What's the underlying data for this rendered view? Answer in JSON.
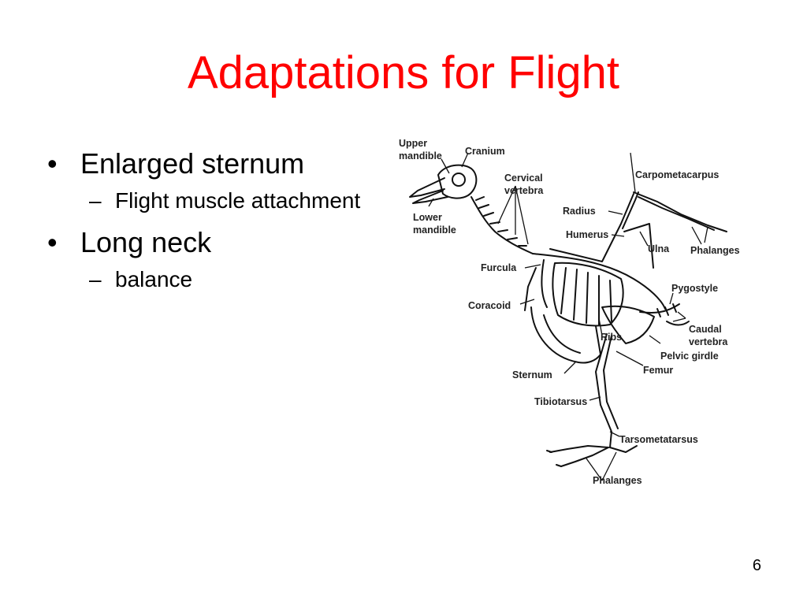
{
  "slide": {
    "title": "Adaptations for Flight",
    "number": "6"
  },
  "bullets": [
    {
      "text": "Enlarged sternum",
      "sub": [
        "Flight muscle attachment"
      ]
    },
    {
      "text": "Long neck",
      "sub": [
        "balance"
      ]
    }
  ],
  "figure": {
    "labels": {
      "upper_mandible_1": "Upper",
      "upper_mandible_2": "mandible",
      "cranium": "Cranium",
      "cervical_1": "Cervical",
      "cervical_2": "vertebra",
      "lower_mandible_1": "Lower",
      "lower_mandible_2": "mandible",
      "carpometacarpus": "Carpometacarpus",
      "radius": "Radius",
      "humerus": "Humerus",
      "ulna": "Ulna",
      "phalanges_wing": "Phalanges",
      "furcula": "Furcula",
      "pygostyle": "Pygostyle",
      "coracoid": "Coracoid",
      "caudal_1": "Caudal",
      "caudal_2": "vertebra",
      "ribs": "Ribs",
      "pelvic_girdle": "Pelvic girdle",
      "femur": "Femur",
      "sternum": "Sternum",
      "tibiotarsus": "Tibiotarsus",
      "tarsometatarsus": "Tarsometatarsus",
      "phalanges_foot": "Phalanges"
    }
  }
}
